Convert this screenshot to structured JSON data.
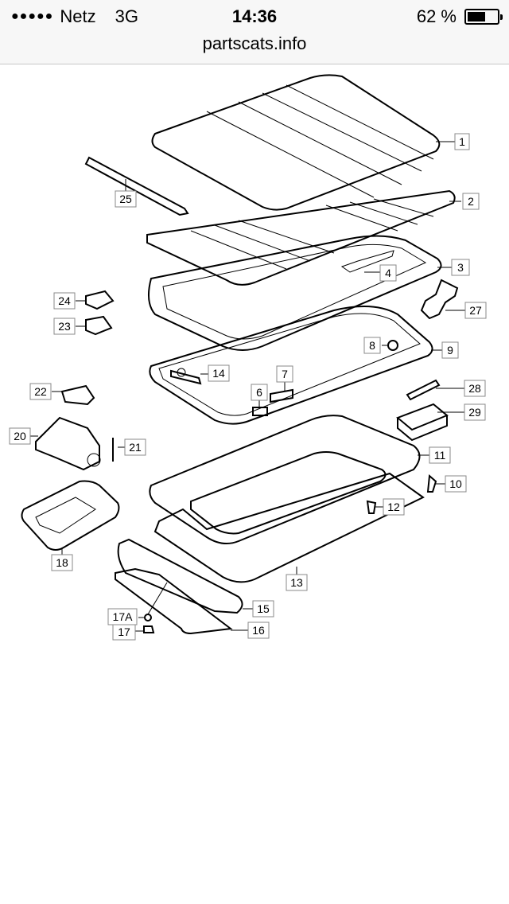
{
  "status": {
    "carrier": "Netz",
    "network": "3G",
    "time": "14:36",
    "battery_text": "62 %",
    "battery_level": 0.62
  },
  "browser": {
    "url": "partscats.info"
  },
  "callouts": [
    "1",
    "2",
    "3",
    "4",
    "6",
    "7",
    "8",
    "9",
    "10",
    "11",
    "12",
    "13",
    "14",
    "15",
    "16",
    "17",
    "17A",
    "18",
    "20",
    "21",
    "22",
    "23",
    "24",
    "25",
    "27",
    "28",
    "29"
  ]
}
